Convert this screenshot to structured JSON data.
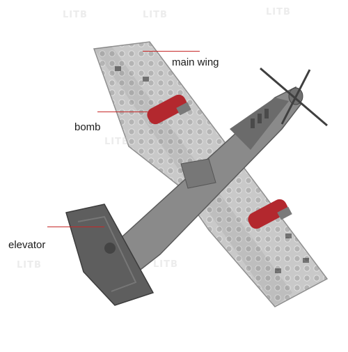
{
  "image": {
    "subject": "brick-built propeller airplane model viewed from above",
    "colors": {
      "background": "#ffffff",
      "brick_light": "#c9c9c9",
      "brick_mid": "#a7a7a7",
      "fuselage_dark": "#6b6b6b",
      "tail": "#5e5e5e",
      "bomb_red": "#b3282e",
      "leader_line": "#c62828"
    }
  },
  "labels": {
    "main_wing": "main wing",
    "bomb": "bomb",
    "elevator": "elevator"
  },
  "watermark": "LITB"
}
